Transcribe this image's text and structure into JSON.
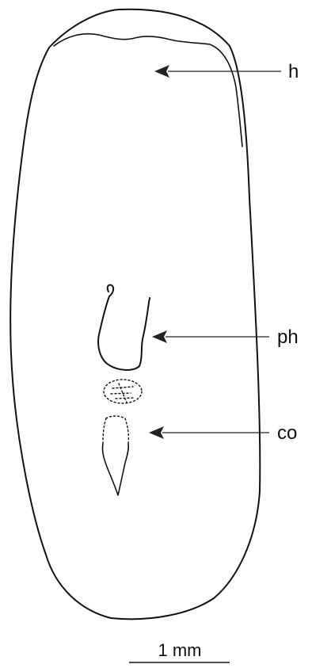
{
  "labels": {
    "head": "h",
    "pharynx": "ph",
    "copulatory_organ": "co"
  },
  "scale_bar": {
    "label": "1 mm"
  }
}
